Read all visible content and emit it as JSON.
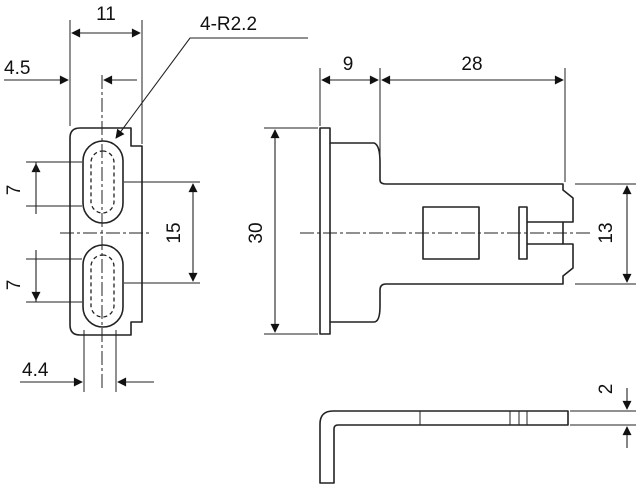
{
  "drawing": {
    "left_view": {
      "width_label": "11",
      "offset_label": "4.5",
      "radius_label": "4-R2.2",
      "slot_label_upper": "7",
      "slot_label_lower": "7",
      "pitch_label": "15",
      "bottom_label": "4.4"
    },
    "right_view": {
      "flange_label": "9",
      "arm_label": "28",
      "height_label": "30",
      "arm_height_label": "13"
    },
    "side_view": {
      "thickness_label": "2"
    }
  }
}
